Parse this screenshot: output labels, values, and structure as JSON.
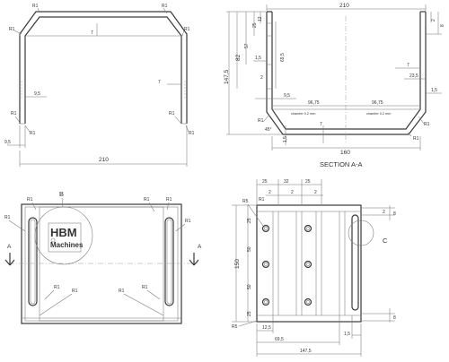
{
  "views": {
    "front": {
      "dims": {
        "width": "210",
        "thickness_top": "7",
        "offset_left": "9,5",
        "offset_right": "7",
        "offset_bottom": "9,5"
      },
      "radius": "R1"
    },
    "section": {
      "dims": {
        "width": "210",
        "height_total": "147,5",
        "h82": "82",
        "h57": "57",
        "h25": "25",
        "h12": "12",
        "h15": "1,5",
        "h695": "69,5",
        "h2": "2",
        "h95": "9,5",
        "half_left": "96,75",
        "half_right": "96,75",
        "r8": "8",
        "r2": "2",
        "r7": "7",
        "r235": "23,5",
        "r15": "1,5",
        "bottom": "160",
        "b15": "1,5",
        "b7": "7",
        "angle": "45°"
      },
      "chamfer_note": "chamfer 0.2 mm",
      "radius": "R1",
      "title": "SECTION A-A"
    },
    "top": {
      "detail_label": "B",
      "section_marker": "A",
      "radius": "R1",
      "logo_line1": "HBM",
      "logo_line2": "Machines"
    },
    "side": {
      "detail_label": "C",
      "radius": "R1",
      "r5": "R5",
      "dims": {
        "c25a": "25",
        "c32": "32",
        "c25b": "25",
        "c2a": "2",
        "c2b": "2",
        "c2c": "2",
        "v25a": "25",
        "v50a": "50",
        "v150": "150",
        "v50b": "50",
        "v25b": "25",
        "r2": "2",
        "r8": "8",
        "r8b": "8",
        "b125": "12,5",
        "b695": "69,5",
        "b1475": "147,5",
        "b15": "1,5"
      }
    }
  }
}
